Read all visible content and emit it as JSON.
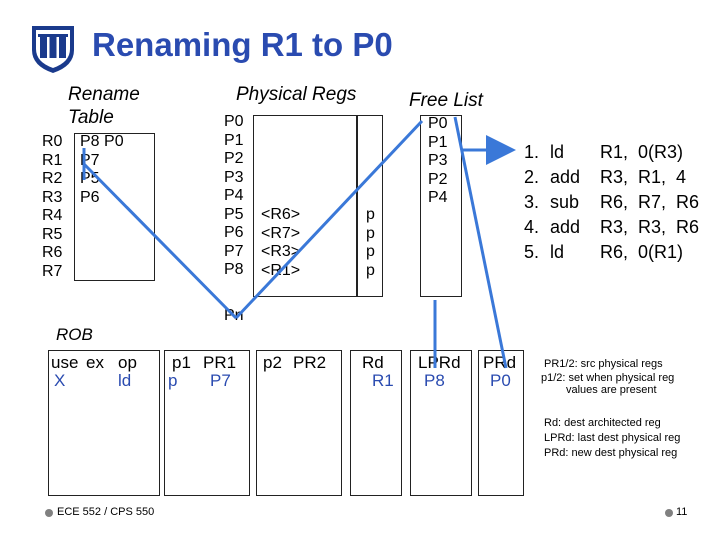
{
  "slide": {
    "title": "Renaming R1 to P0",
    "footer_left": "ECE 552 / CPS 550",
    "page_number": "11"
  },
  "rename_table": {
    "heading_1": "Rename",
    "heading_2": "Table",
    "regs": [
      "R0",
      "R1",
      "R2",
      "R3",
      "R4",
      "R5",
      "R6",
      "R7"
    ],
    "entries": [
      "",
      "P8 P0",
      "",
      "P7",
      "",
      "",
      "P5",
      "P6"
    ]
  },
  "physical_regs": {
    "heading": "Physical Regs",
    "names": [
      "P0",
      "P1",
      "P2",
      "P3",
      "P4",
      "P5",
      "P6",
      "P7",
      "P8"
    ],
    "values": [
      "",
      "",
      "",
      "",
      "",
      "<R6>",
      "<R7>",
      "<R3>",
      "<R1>"
    ],
    "present": [
      "",
      "",
      "",
      "",
      "",
      "p",
      "p",
      "p",
      "p"
    ],
    "pn_label": "Pn"
  },
  "free_list": {
    "heading": "Free List",
    "entries": [
      "P0",
      "P1",
      "P3",
      "P2",
      "P4"
    ]
  },
  "program": {
    "lines": [
      {
        "num": "1.",
        "op": "ld",
        "args": "R1,  0(R3)"
      },
      {
        "num": "2.",
        "op": "add",
        "args": "R3,  R1,  4"
      },
      {
        "num": "3.",
        "op": "sub",
        "args": "R6,  R7,  R6"
      },
      {
        "num": "4.",
        "op": "add",
        "args": "R3,  R3,  R6"
      },
      {
        "num": "5.",
        "op": "ld",
        "args": "R6,  0(R1)"
      }
    ]
  },
  "rob": {
    "label": "ROB",
    "headers": {
      "use": "use",
      "ex": "ex",
      "op": "op",
      "p1": "p1",
      "pr1": "PR1",
      "p2": "p2",
      "pr2": "PR2",
      "rd": "Rd",
      "lprd": "LPRd",
      "prd": "PRd"
    },
    "row": {
      "use": "X",
      "op": "ld",
      "p1": "p",
      "pr1": "P7",
      "rd": "R1",
      "lprd": "P8",
      "prd": "P0"
    }
  },
  "notes": [
    "PR1/2: src physical regs",
    "p1/2: set when physical reg",
    "values are present",
    "Rd: dest architected reg",
    "LPRd: last dest physical reg",
    "PRd: new dest physical reg"
  ],
  "colors": {
    "title": "#2a4bb0",
    "values": "#2a4bb0",
    "arrow": "#3a78d8"
  }
}
